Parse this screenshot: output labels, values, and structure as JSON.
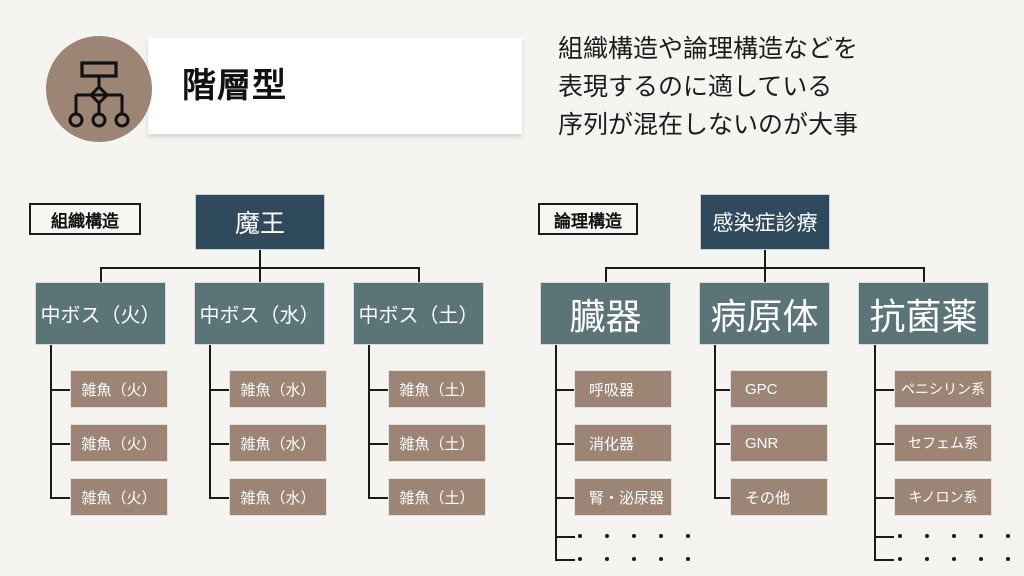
{
  "header": {
    "badge_icon": "hierarchy-icon",
    "title": "階層型",
    "circle_color": "#9c8574",
    "bar_color": "#ffffff"
  },
  "description": {
    "lines": [
      "組織構造や論理構造などを",
      "表現するのに適している",
      "序列が混在しないのが大事"
    ]
  },
  "colors": {
    "background": "#f5f4f1",
    "level1": "#2f4a5c",
    "level2": "#5b7478",
    "level3": "#9c8574",
    "line": "#1a1a1a"
  },
  "trees": [
    {
      "tag": "組織構造",
      "root": "魔王",
      "branches": [
        {
          "label": "中ボス（火）",
          "leaves": [
            "雑魚（火）",
            "雑魚（火）",
            "雑魚（火）"
          ],
          "ellipsis": false
        },
        {
          "label": "中ボス（水）",
          "leaves": [
            "雑魚（水）",
            "雑魚（水）",
            "雑魚（水）"
          ],
          "ellipsis": false
        },
        {
          "label": "中ボス（土）",
          "leaves": [
            "雑魚（土）",
            "雑魚（土）",
            "雑魚（土）"
          ],
          "ellipsis": false
        }
      ]
    },
    {
      "tag": "論理構造",
      "root": "感染症診療",
      "branches": [
        {
          "label": "臓器",
          "leaves": [
            "呼吸器",
            "消化器",
            "腎・泌尿器"
          ],
          "ellipsis": true
        },
        {
          "label": "病原体",
          "leaves": [
            "GPC",
            "GNR",
            "その他"
          ],
          "ellipsis": false
        },
        {
          "label": "抗菌薬",
          "leaves": [
            "ペニシリン系",
            "セフェム系",
            "キノロン系"
          ],
          "ellipsis": true
        }
      ]
    }
  ]
}
